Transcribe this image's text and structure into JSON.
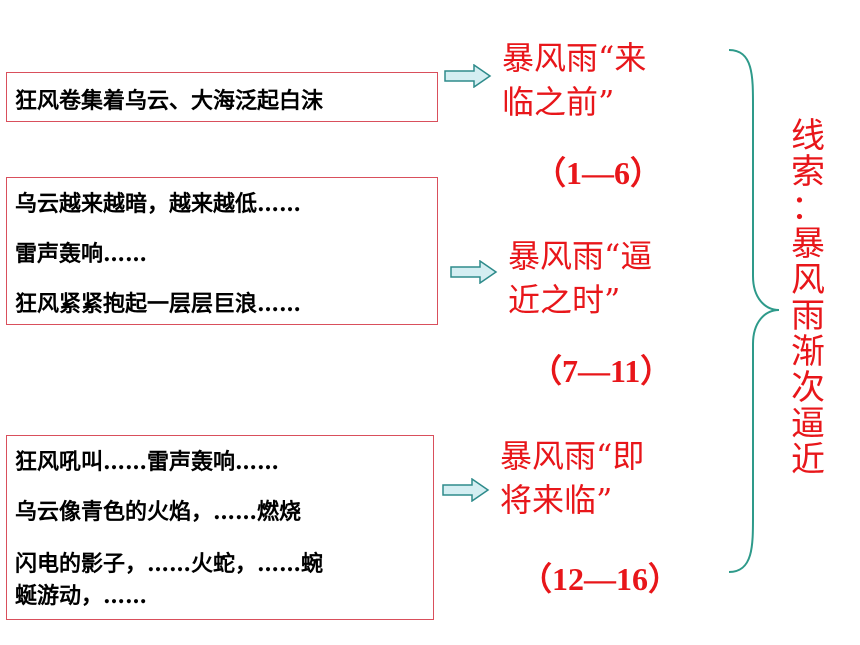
{
  "boxes": [
    {
      "lines": [
        "狂风卷集着乌云、大海泛起白沫"
      ]
    },
    {
      "lines": [
        "乌云越来越暗，越来越低……",
        "雷声轰响……",
        "狂风紧紧抱起一层层巨浪……"
      ]
    },
    {
      "lines": [
        "狂风吼叫……雷声轰响……",
        "乌云像青色的火焰，……燃烧",
        "闪电的影子，……火蛇，……蜿",
        "蜒游动，……"
      ]
    }
  ],
  "stages": [
    {
      "line1": "暴风雨“来",
      "line2": "临之前”",
      "range": "（1—6）"
    },
    {
      "line1": "暴风雨“逼",
      "line2": "近之时”",
      "range": "（7—11）"
    },
    {
      "line1": "暴风雨“即",
      "line2": "将来临”",
      "range": "（12—16）"
    }
  ],
  "clue": [
    "线",
    "索",
    "：",
    "暴",
    "风",
    "雨",
    "渐",
    "次",
    "逼",
    "近"
  ],
  "colors": {
    "accent_red": "#e8161a",
    "box_border": "#d94f5c",
    "arrow_fill": "#d4eef2",
    "arrow_stroke": "#2e8b8b",
    "brace": "#2e9a8a"
  }
}
